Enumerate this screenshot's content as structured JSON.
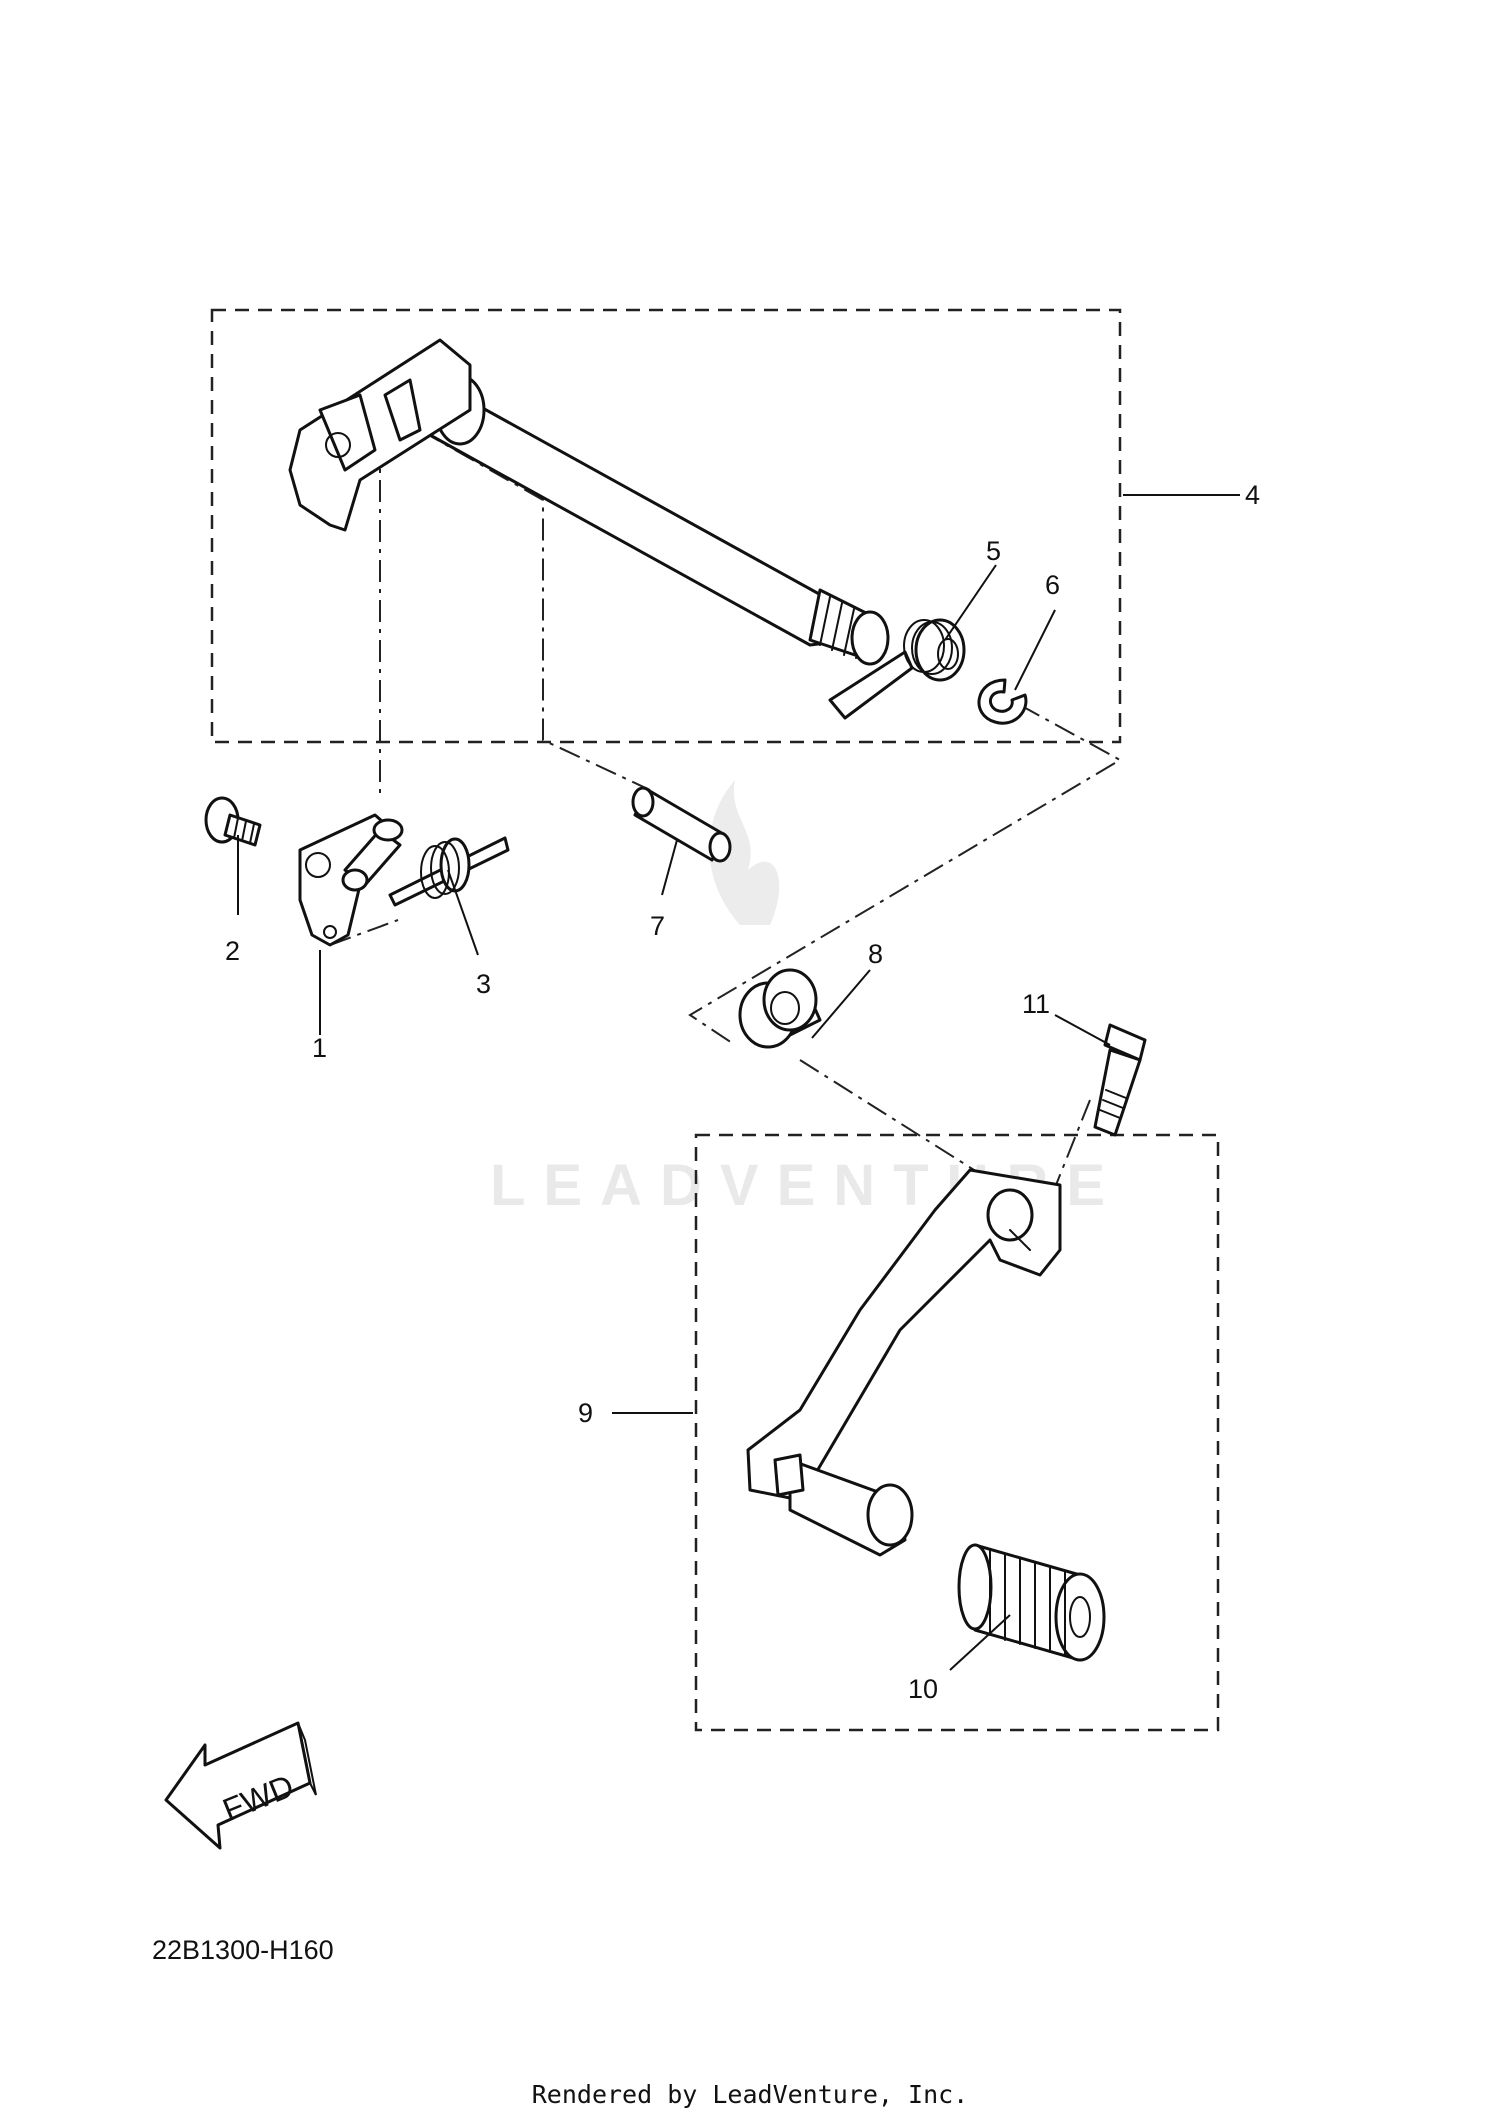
{
  "diagram": {
    "callouts": {
      "c1": "1",
      "c2": "2",
      "c3": "3",
      "c4": "4",
      "c5": "5",
      "c6": "6",
      "c7": "7",
      "c8": "8",
      "c9": "9",
      "c10": "10",
      "c11": "11"
    },
    "fwd_label": "FWD",
    "watermark": "LEADVENTURE",
    "diagram_code": "22B1300-H160",
    "rendered_by": "Rendered by LeadVenture, Inc."
  }
}
